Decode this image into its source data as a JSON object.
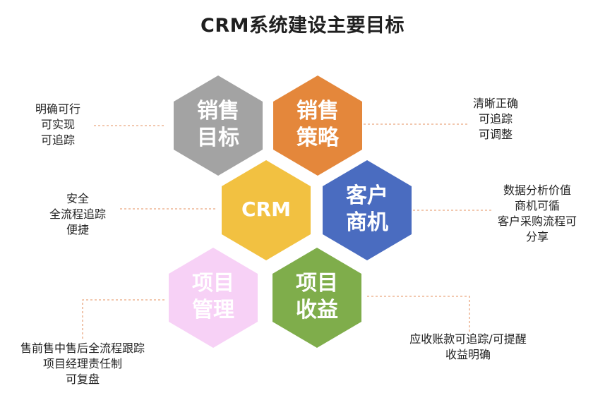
{
  "title": "CRM系统建设主要目标",
  "colors": {
    "sales_target": "#a3a3a3",
    "sales_strategy": "#e4873b",
    "crm": "#f2c141",
    "customer_opportunity": "#4a6cc0",
    "project_management": "#f7d1f6",
    "project_revenue": "#7fad4b",
    "connector": "#e9a67f"
  },
  "hexes": {
    "sales_target": [
      "销售",
      "目标"
    ],
    "sales_strategy": [
      "销售",
      "策略"
    ],
    "crm": [
      "CRM"
    ],
    "customer_opportunity": [
      "客户",
      "商机"
    ],
    "project_management": [
      "项目",
      "管理"
    ],
    "project_revenue": [
      "项目",
      "收益"
    ]
  },
  "notes": {
    "sales_target": [
      "明确可行",
      "可实现",
      "可追踪"
    ],
    "sales_strategy": [
      "清晰正确",
      "可追踪",
      "可调整"
    ],
    "crm": [
      "安全",
      "全流程追踪",
      "便捷"
    ],
    "customer_opportunity": [
      "数据分析价值",
      "商机可循",
      "客户采购流程可",
      "分享"
    ],
    "project_management": [
      "售前售中售后全流程跟踪",
      "项目经理责任制",
      "可复盘"
    ],
    "project_revenue": [
      "应收账款可追踪/可提醒",
      "收益明确"
    ]
  }
}
